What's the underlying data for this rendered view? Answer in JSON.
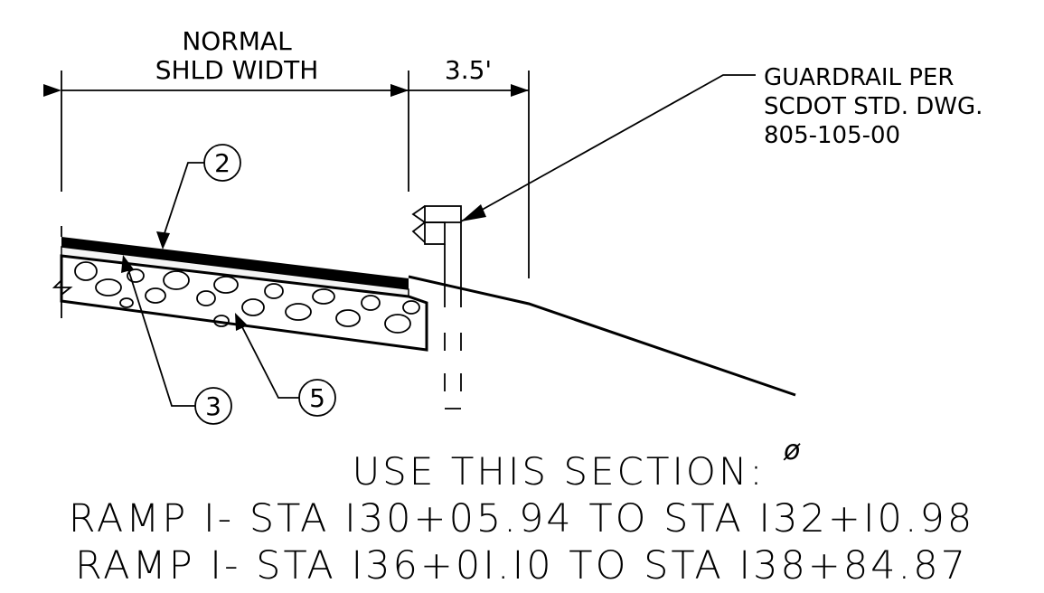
{
  "dimensions": {
    "shoulder_label_line1": "NORMAL",
    "shoulder_label_line2": "SHLD WIDTH",
    "offset_label": "3.5'"
  },
  "guardrail_note": {
    "line1": "GUARDRAIL PER",
    "line2": "SCDOT STD. DWG.",
    "line3": "805-105-00"
  },
  "callouts": [
    {
      "id": "2"
    },
    {
      "id": "3"
    },
    {
      "id": "5"
    }
  ],
  "section_note": {
    "heading": "USE THIS SECTION:",
    "symbol": "ø",
    "lines": [
      "RAMP I- STA I30+05.94 TO STA I32+I0.98",
      "RAMP I- STA I36+0I.I0 TO STA I38+84.87"
    ]
  }
}
